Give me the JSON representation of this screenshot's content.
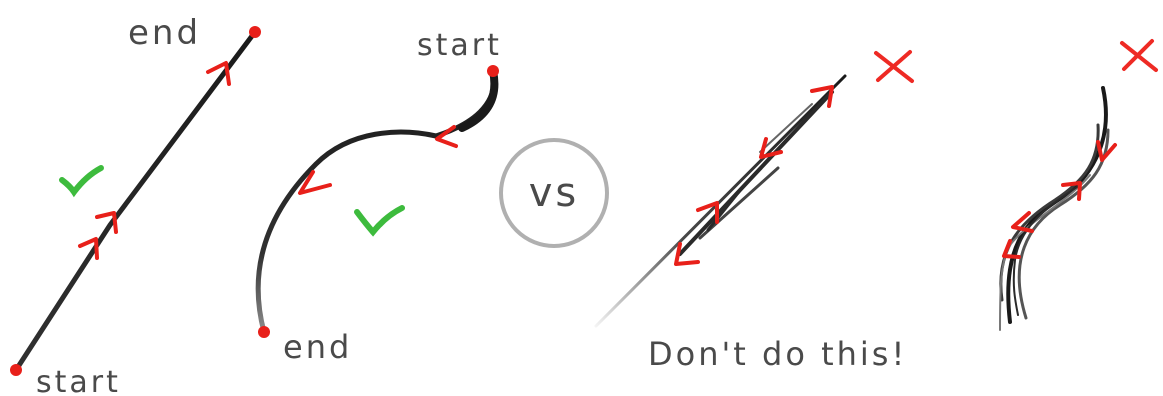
{
  "labels": {
    "straight_end": "end",
    "straight_start": "start",
    "curve_start": "start",
    "curve_end": "end",
    "vs": "vs",
    "warning": "Don't do this!"
  },
  "marks": {
    "good": [
      "check",
      "check"
    ],
    "bad": [
      "cross",
      "cross"
    ]
  },
  "colors": {
    "stroke": "#1a1a1a",
    "arrow": "#e8201a",
    "endpoint": "#e8201a",
    "check": "#3dbb3d",
    "cross": "#ee2a24",
    "text": "#4a4a4a",
    "vs_circle": "#b0b0b0"
  }
}
